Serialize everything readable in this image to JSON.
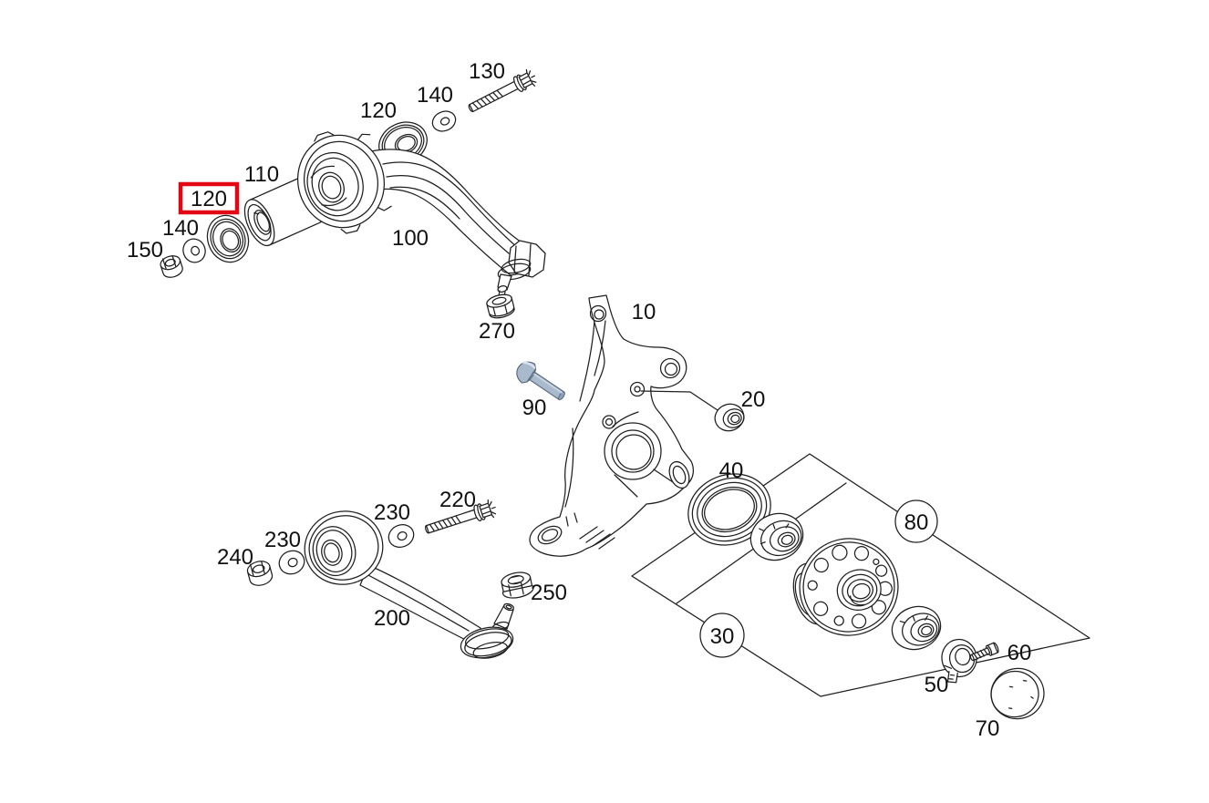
{
  "diagram": {
    "kind": "exploded-parts-diagram",
    "background": "#ffffff",
    "line_color": "#1f1f1f"
  },
  "selection": {
    "label": "120",
    "box_color": "#e30613"
  },
  "highlight": {
    "bolt_callout": "90",
    "fill": "#a9bacd",
    "tip_fill": "#8ba0b8",
    "stroke": "#5a6b80"
  },
  "callouts": {
    "knuckle": {
      "label": "10",
      "circled": false,
      "selected": false
    },
    "bushing20": {
      "label": "20",
      "circled": false,
      "selected": false
    },
    "kit30": {
      "label": "30",
      "circled": true,
      "selected": false
    },
    "seal40": {
      "label": "40",
      "circled": false,
      "selected": false
    },
    "lockplate50": {
      "label": "50",
      "circled": false,
      "selected": false
    },
    "screw60": {
      "label": "60",
      "circled": false,
      "selected": false
    },
    "cap70": {
      "label": "70",
      "circled": false,
      "selected": false
    },
    "kit80": {
      "label": "80",
      "circled": true,
      "selected": false
    },
    "bolt90": {
      "label": "90",
      "circled": false,
      "selected": false
    },
    "upperarm100": {
      "label": "100",
      "circled": false,
      "selected": false
    },
    "bushing110": {
      "label": "110",
      "circled": false,
      "selected": false
    },
    "seal120top": {
      "label": "120",
      "circled": false,
      "selected": false
    },
    "bearing120sel": {
      "label": "120",
      "circled": false,
      "selected": true
    },
    "bolt130": {
      "label": "130",
      "circled": false,
      "selected": false
    },
    "washer140top": {
      "label": "140",
      "circled": false,
      "selected": false
    },
    "washer140left": {
      "label": "140",
      "circled": false,
      "selected": false
    },
    "nut150": {
      "label": "150",
      "circled": false,
      "selected": false
    },
    "lowerarm200": {
      "label": "200",
      "circled": false,
      "selected": false
    },
    "bolt220": {
      "label": "220",
      "circled": false,
      "selected": false
    },
    "washer230upper": {
      "label": "230",
      "circled": false,
      "selected": false
    },
    "washer230left": {
      "label": "230",
      "circled": false,
      "selected": false
    },
    "nut240": {
      "label": "240",
      "circled": false,
      "selected": false
    },
    "nut250": {
      "label": "250",
      "circled": false,
      "selected": false
    },
    "nut270": {
      "label": "270",
      "circled": false,
      "selected": false
    }
  }
}
